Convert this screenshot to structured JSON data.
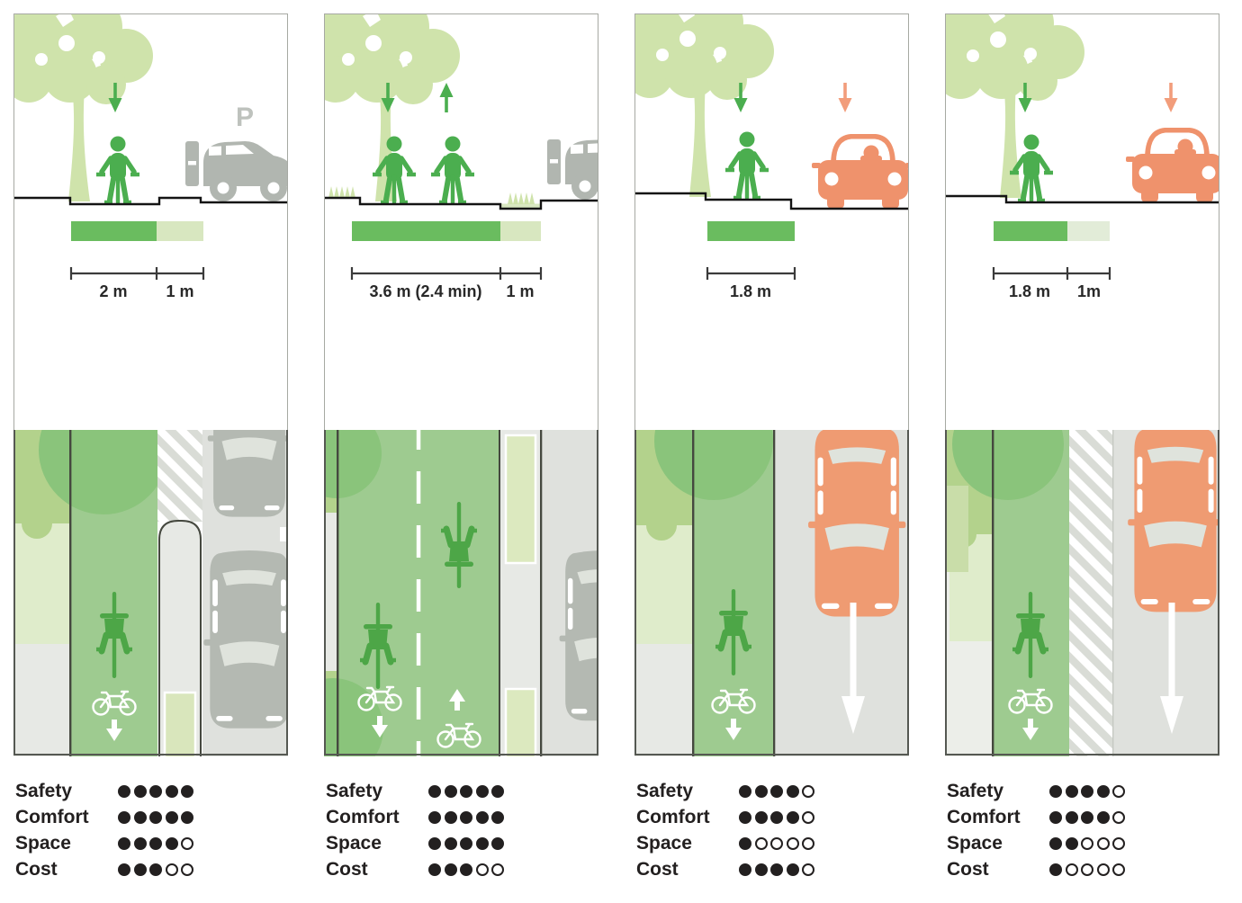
{
  "ratings_labels": [
    "Safety",
    "Comfort",
    "Space",
    "Cost"
  ],
  "max_rating": 5,
  "panels": [
    {
      "parking_label": "P",
      "measurements": {
        "primary": "2 m",
        "secondary": "1 m"
      },
      "ratings": [
        5,
        5,
        4,
        3
      ]
    },
    {
      "measurements": {
        "primary": "3.6 m (2.4 min)",
        "secondary": "1 m"
      },
      "ratings": [
        5,
        5,
        5,
        3
      ]
    },
    {
      "measurements": {
        "primary": "1.8 m"
      },
      "ratings": [
        4,
        4,
        1,
        4
      ]
    },
    {
      "measurements": {
        "primary": "1.8 m",
        "secondary": "1m"
      },
      "ratings": [
        4,
        4,
        2,
        1
      ]
    }
  ],
  "colors": {
    "figure_green": "#4bae4f",
    "bar_green": "#6abc5f",
    "bar_light_green": "#d8e7c0",
    "bar_pale_green": "#e2ecd8",
    "tree_light_green": "#cfe3ab",
    "car_gray": "#b1b6b0",
    "car_orange": "#ef9b72",
    "plan_lane_green": "#9ecb90",
    "plan_canopy_green": "#8ac47b",
    "rating_dot": "#232020"
  }
}
